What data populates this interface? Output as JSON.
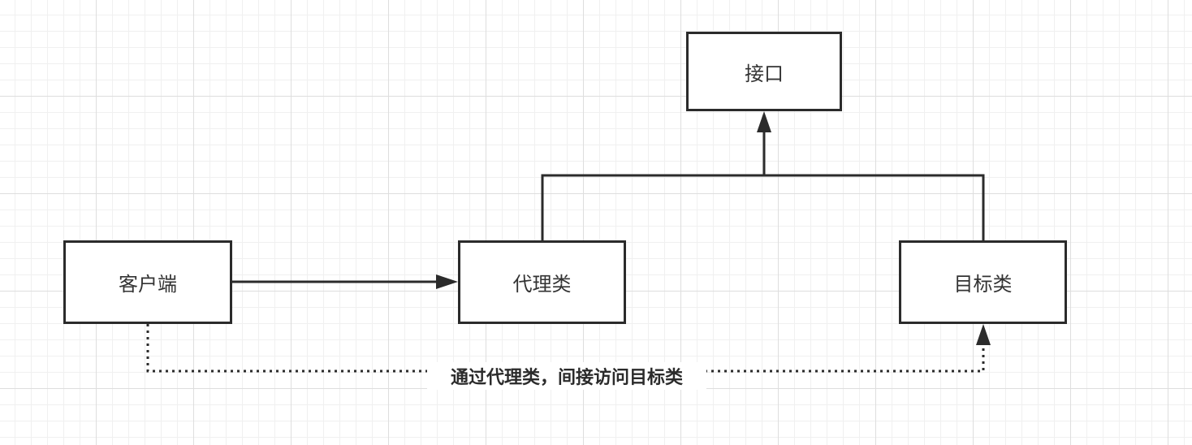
{
  "nodes": {
    "interface": "接口",
    "client": "客户端",
    "proxy": "代理类",
    "target": "目标类"
  },
  "edges": {
    "indirect_access_label": "通过代理类，间接访问目标类"
  },
  "colors": {
    "stroke": "#2b2b2b",
    "text": "#333333",
    "grid": "#dedede"
  }
}
